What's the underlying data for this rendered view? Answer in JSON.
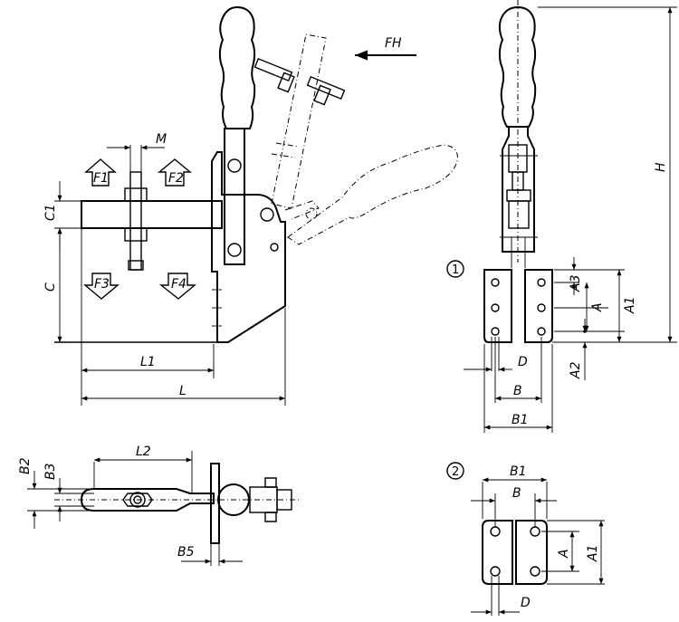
{
  "labels": {
    "fh": "FH",
    "m": "M",
    "f1": "F1",
    "f2": "F2",
    "f3": "F3",
    "f4": "F4",
    "c1": "C1",
    "c": "C",
    "l1": "L1",
    "l": "L",
    "h": "H",
    "a1": "A1",
    "a": "A",
    "a2": "A2",
    "a3": "A3",
    "b": "B",
    "b1": "B1",
    "d": "D",
    "l2": "L2",
    "b2": "B2",
    "b3": "B3",
    "b5": "B5",
    "variant1": "1",
    "variant2": "2",
    "b1_v2": "B1",
    "b_v2": "B",
    "a_v2": "A",
    "a1_v2": "A1",
    "d_v2": "D"
  },
  "colors": {
    "line": "#000000",
    "background": "#ffffff"
  }
}
